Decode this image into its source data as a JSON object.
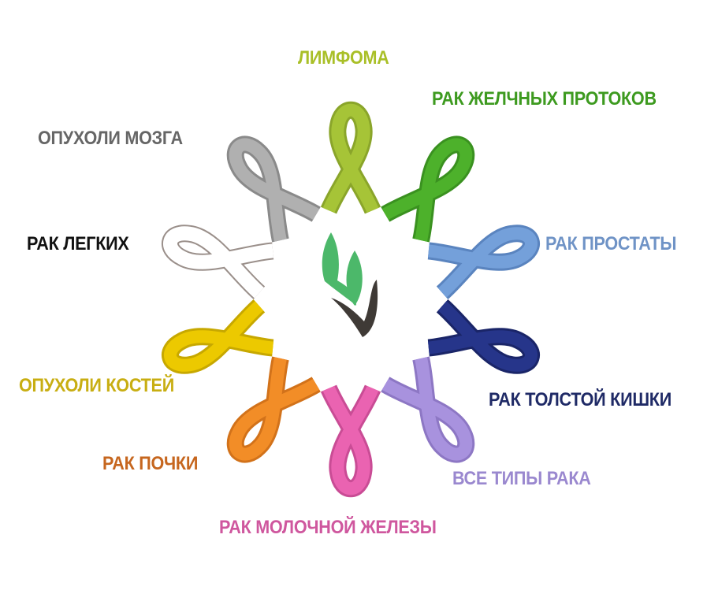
{
  "ribbons": [
    {
      "label": "ЛИМФОМА",
      "color": "#a6c437",
      "shade": "#8aa52a",
      "text_color": "#a9bf27"
    },
    {
      "label": "РАК ЖЕЛЧНЫХ ПРОТОКОВ",
      "color": "#4db12b",
      "shade": "#3a9120",
      "text_color": "#3d9a1f"
    },
    {
      "label": "РАК ПРОСТАТЫ",
      "color": "#74a0da",
      "shade": "#5a84bf",
      "text_color": "#6f93c6"
    },
    {
      "label": "РАК ТОЛСТОЙ КИШКИ",
      "color": "#26358a",
      "shade": "#1a2568",
      "text_color": "#1f2a66"
    },
    {
      "label": "ВСЕ ТИПЫ РАКА",
      "color": "#a892de",
      "shade": "#8d77c4",
      "text_color": "#9a88cf"
    },
    {
      "label": "РАК МОЛОЧНОЙ ЖЕЛЕЗЫ",
      "color": "#ea63b1",
      "shade": "#c94c95",
      "text_color": "#cf579e"
    },
    {
      "label": "РАК ПОЧКИ",
      "color": "#f28d27",
      "shade": "#d2721a",
      "text_color": "#c6661e"
    },
    {
      "label": "ОПУХОЛИ КОСТЕЙ",
      "color": "#ecc900",
      "shade": "#c7a800",
      "text_color": "#c8ae12"
    },
    {
      "label": "РАК ЛЕГКИХ",
      "color": "#ffffff",
      "shade": "#d9d9d9",
      "text_color": "#111111"
    },
    {
      "label": "ОПУХОЛИ МОЗГА",
      "color": "#b0b0b0",
      "shade": "#8a8a8a",
      "text_color": "#666666"
    }
  ],
  "logo": {
    "leaf_color": "#4cb86a",
    "swoosh_color": "#3f3a36"
  }
}
